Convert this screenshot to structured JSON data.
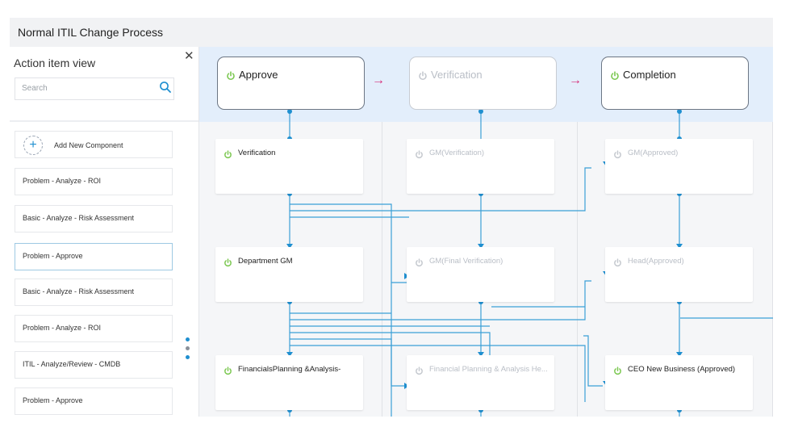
{
  "title": "Normal ITIL Change Process",
  "sidebar": {
    "heading": "Action item view",
    "search_placeholder": "Search",
    "close_icon": "close-icon",
    "add_label": "Add New Component",
    "items": [
      {
        "label": "Problem - Analyze - ROI"
      },
      {
        "label": "Basic - Analyze - Risk Assessment"
      },
      {
        "label": "Problem - Approve"
      },
      {
        "label": "Basic - Analyze - Risk Assessment"
      },
      {
        "label": "Problem - Analyze - ROI"
      },
      {
        "label": "ITIL - Analyze/Review - CMDB"
      },
      {
        "label": "Problem - Approve"
      }
    ]
  },
  "stages": [
    {
      "label": "Approve",
      "active": true
    },
    {
      "label": "Verification",
      "active": false
    },
    {
      "label": "Completion",
      "active": true
    }
  ],
  "nodes": {
    "col1": [
      "Verification",
      "Department GM",
      "FinancialsPlanning &Analysis-"
    ],
    "col2": [
      "GM(Verification)",
      "GM(Final Verification)",
      "Financial Planning & Analysis He..."
    ],
    "col3": [
      "GM(Approved)",
      "Head(Approved)",
      "CEO New Business (Approved)"
    ]
  },
  "arrow_glyph": "→",
  "colors": {
    "accent": "#1f8fd0",
    "status_green": "#7ac74f",
    "stage_arrow": "#d62d78",
    "stage_band": "#e3eefb"
  }
}
